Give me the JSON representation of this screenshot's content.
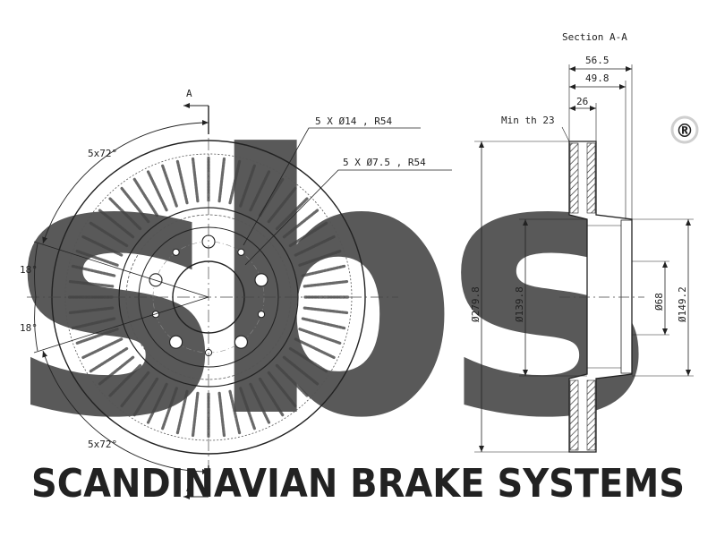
{
  "watermark": {
    "logo_text": "sbs",
    "registered_mark": "®",
    "company_name": "SCANDINAVIAN BRAKE SYSTEMS",
    "color": "#d9d9d9"
  },
  "front_view": {
    "section_marker_top": "A",
    "section_marker_bottom": "A",
    "angle_label_top": "5x72°",
    "angle_label_bottom": "5x72°",
    "angle_label_upper_left": "18°",
    "angle_label_lower_left": "18°",
    "callout_large_holes": "5 X Ø14 , R54",
    "callout_small_holes": "5 X Ø7.5 , R54",
    "vent_count": 56,
    "bolt_holes": 5,
    "small_holes": 5
  },
  "section_view": {
    "title": "Section A-A",
    "width_total": "56.5",
    "width_hat": "49.8",
    "disc_thickness": "26",
    "min_thickness": "Min th 23",
    "dia_outer": "Ø279.8",
    "dia_inner_friction": "Ø139.8",
    "dia_center_bore": "Ø68",
    "dia_hat": "Ø149.2"
  },
  "colors": {
    "line": "#222222",
    "hatch": "#333333"
  }
}
